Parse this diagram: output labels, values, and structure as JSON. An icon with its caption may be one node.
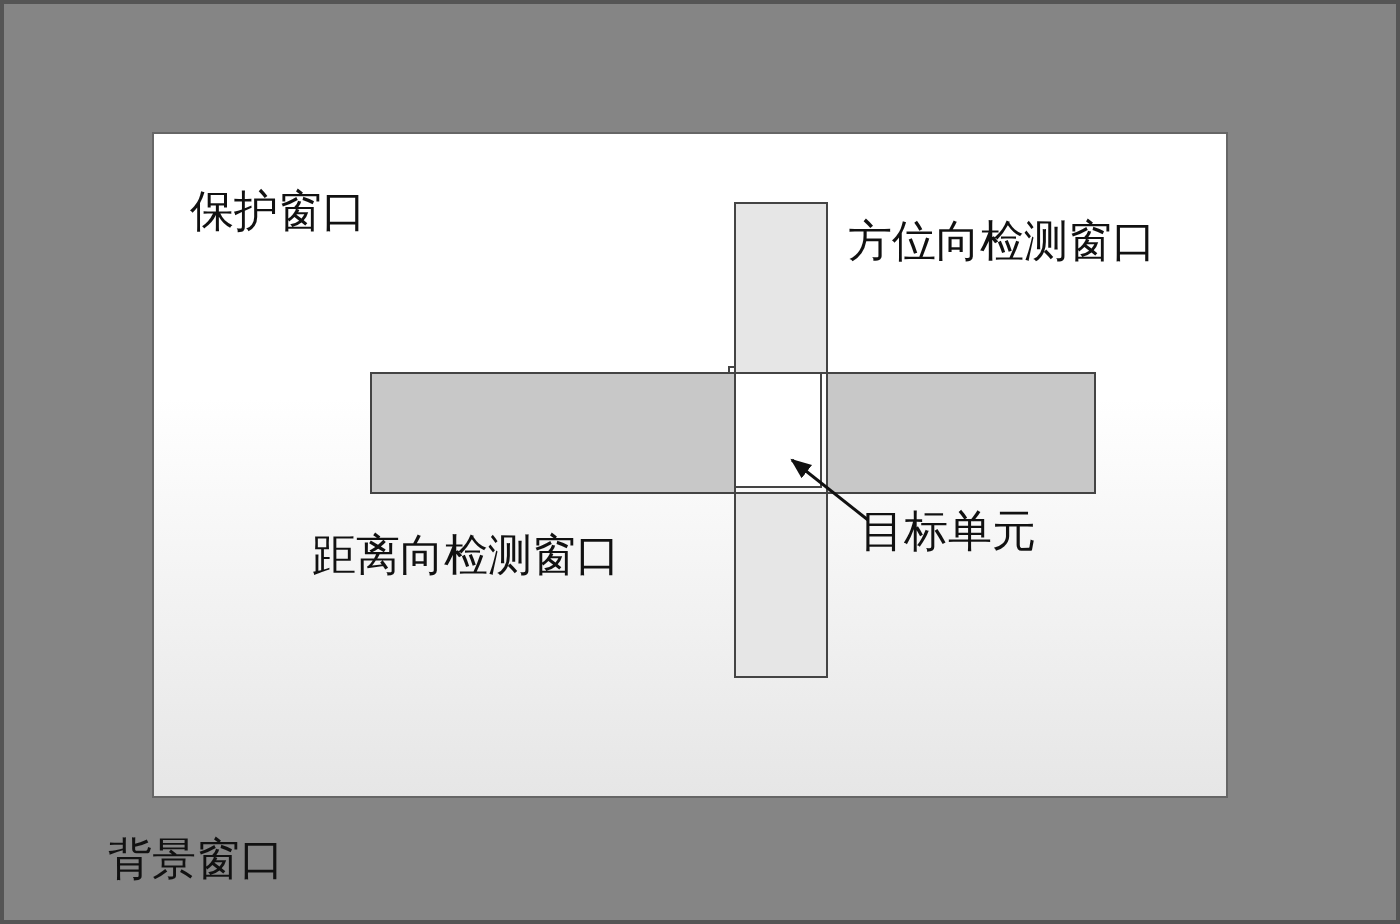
{
  "diagram": {
    "nodes": [
      {
        "text": [
          "背景窗口"
        ]
      },
      {
        "text": [
          "保护窗口"
        ],
        "in": 0
      },
      {
        "text": [
          "方位向检测窗口"
        ],
        "in": 1
      },
      {
        "text": [
          "距离向检测窗口"
        ],
        "in": 1
      },
      {
        "text": [
          "目标单元"
        ],
        "in": 1
      },
      {
        "text": [],
        "shape": "box"
      }
    ],
    "edges": [
      {
        "from": 4,
        "to": 5,
        "arrow": "to"
      }
    ]
  }
}
